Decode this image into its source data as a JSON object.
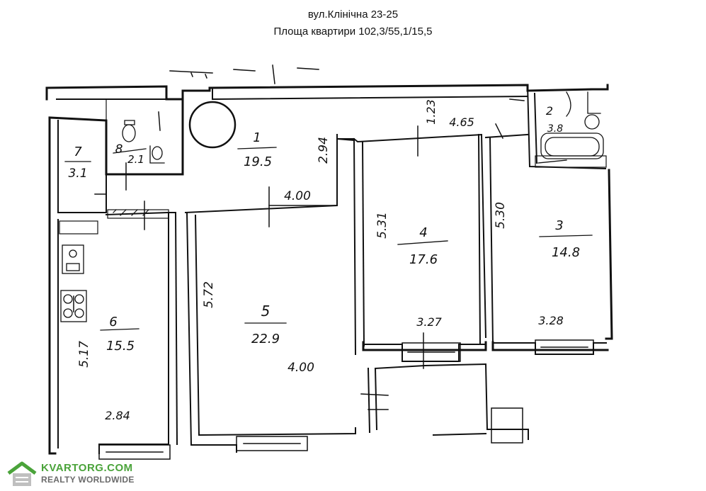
{
  "header": {
    "address": "вул.Клінічна 23-25",
    "area": "Площа квартири 102,3/55,1/15,5"
  },
  "rooms": [
    {
      "id": "1",
      "number": "1",
      "area": "19.5"
    },
    {
      "id": "2",
      "number": "2",
      "area": "3.8"
    },
    {
      "id": "3",
      "number": "3",
      "area": "14.8"
    },
    {
      "id": "4",
      "number": "4",
      "area": "17.6"
    },
    {
      "id": "5",
      "number": "5",
      "area": "22.9"
    },
    {
      "id": "6",
      "number": "6",
      "area": "15.5"
    },
    {
      "id": "7",
      "number": "7",
      "area": "3.1"
    },
    {
      "id": "8",
      "number": "8",
      "area": "2.1"
    }
  ],
  "dimensions": {
    "hall_depth": "2.94",
    "hall_width": "4.00",
    "corridor_depth": "1.23",
    "corridor_width": "4.65",
    "room4_depth": "5.31",
    "room4_width": "3.27",
    "room3_depth": "5.30",
    "room3_width": "3.28",
    "room5_depth": "5.72",
    "room5_width": "4.00",
    "room6_depth": "5.17",
    "room6_width": "2.84"
  },
  "watermark": {
    "brand": "KVARTORG.COM",
    "tagline": "REALTY WORLDWIDE",
    "brand_color": "#4aa33a",
    "tagline_color": "#6a6a6a"
  }
}
